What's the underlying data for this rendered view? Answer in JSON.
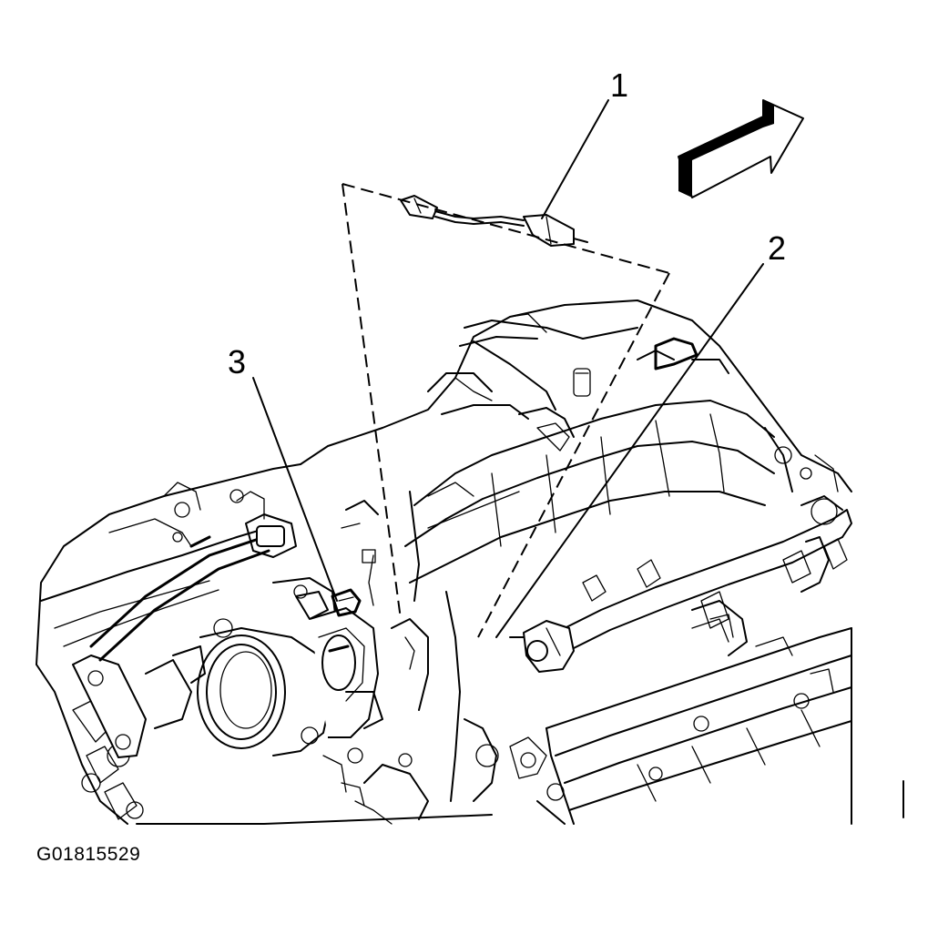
{
  "figure": {
    "id_label": "G01815529",
    "direction_arrow_icon": "forward-direction-arrow-icon"
  },
  "callouts": [
    {
      "number": "1"
    },
    {
      "number": "2"
    },
    {
      "number": "3"
    }
  ]
}
